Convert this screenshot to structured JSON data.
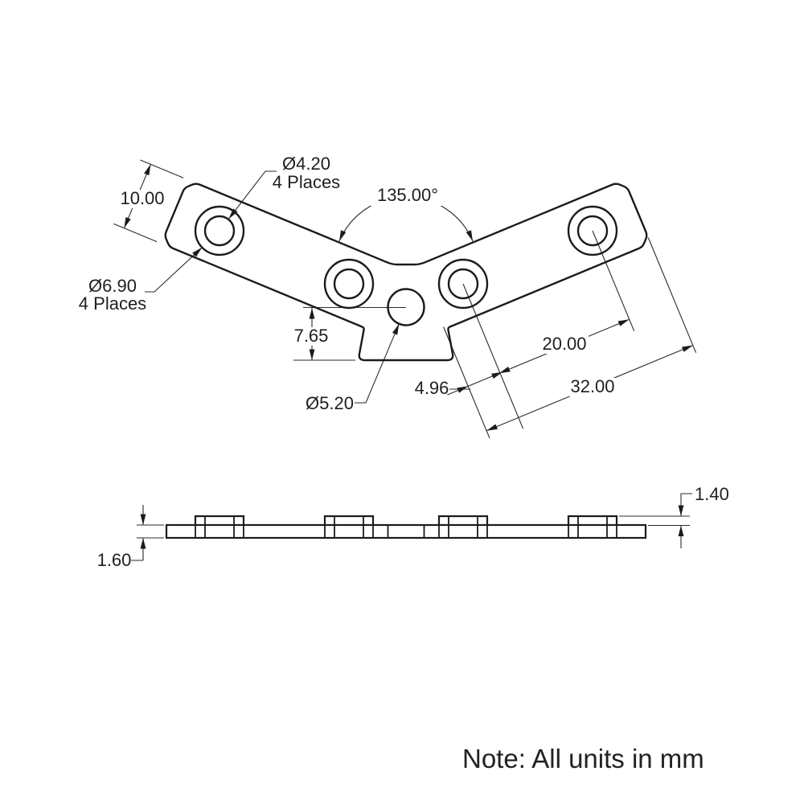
{
  "note": "Note: All units in mm",
  "top_view": {
    "angle": "135.00°",
    "arm_width": "10.00",
    "small_hole_dia": "Ø4.20",
    "small_hole_places": "4 Places",
    "cbore_dia": "Ø6.90",
    "cbore_places": "4 Places",
    "center_hole_dia": "Ø5.20",
    "tab_depth": "7.65",
    "hole_offset": "4.96",
    "hole_spacing": "20.00",
    "overall_length": "32.00"
  },
  "side_view": {
    "plate_thickness": "1.60",
    "boss_height": "1.40"
  },
  "colors": {
    "line": "#1b1b1b",
    "thin_line": "#2b2b2b",
    "background": "#ffffff"
  }
}
